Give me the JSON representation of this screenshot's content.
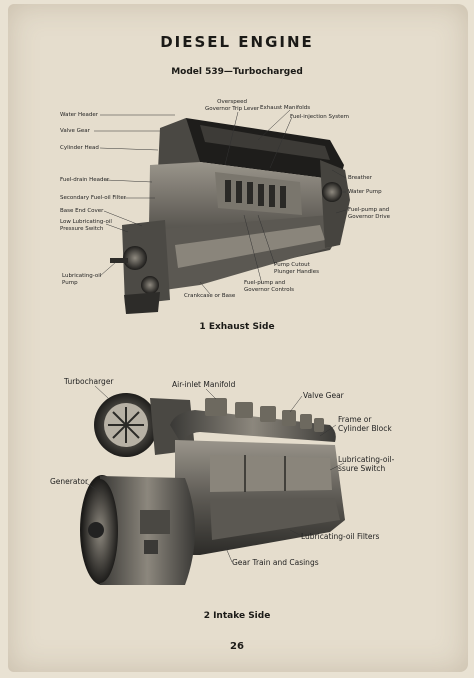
{
  "title": "DIESEL ENGINE",
  "subtitle": "Model 539—Turbocharged",
  "figure1": {
    "caption": "1 Exhaust Side",
    "labels": {
      "water_header": "Water Header",
      "valve_gear": "Valve Gear",
      "cylinder_head": "Cylinder Head",
      "fuel_drain_header": "Fuel-drain Header",
      "secondary_fuel_oil_filter": "Secondary Fuel-oil Filter",
      "base_end_cover": "Base End Cover",
      "low_lub_oil_1": "Low Lubricating-oil",
      "low_lub_oil_2": "Pressure Switch",
      "lub_oil_pump_1": "Lubricating-oil",
      "lub_oil_pump_2": "Pump",
      "overspeed_1": "Overspeed",
      "overspeed_2": "Governor Trip Lever",
      "exhaust_manifolds": "Exhaust Manifolds",
      "fuel_injection_system": "Fuel-injection System",
      "breather": "Breather",
      "water_pump": "Water Pump",
      "fuel_pump_drive_1": "Fuel-pump and",
      "fuel_pump_drive_2": "Governor Drive",
      "pump_cutout_1": "Pump Cutout",
      "pump_cutout_2": "Plunger Handles",
      "fuel_pump_controls_1": "Fuel-pump and",
      "fuel_pump_controls_2": "Governor Controls",
      "crankcase": "Crankcase or Base"
    }
  },
  "figure2": {
    "caption": "2 Intake Side",
    "labels": {
      "turbocharger": "Turbocharger",
      "air_inlet_manifold": "Air-inlet Manifold",
      "valve_gear": "Valve Gear",
      "frame_1": "Frame or",
      "frame_2": "Cylinder Block",
      "lub_switch_1": "Lubricating-oil-",
      "lub_switch_2": "ssure Switch",
      "generator": "Generator",
      "lub_filters": "Lubricating-oil Filters",
      "gear_train": "Gear Train and Casings"
    }
  },
  "page_number": "26"
}
